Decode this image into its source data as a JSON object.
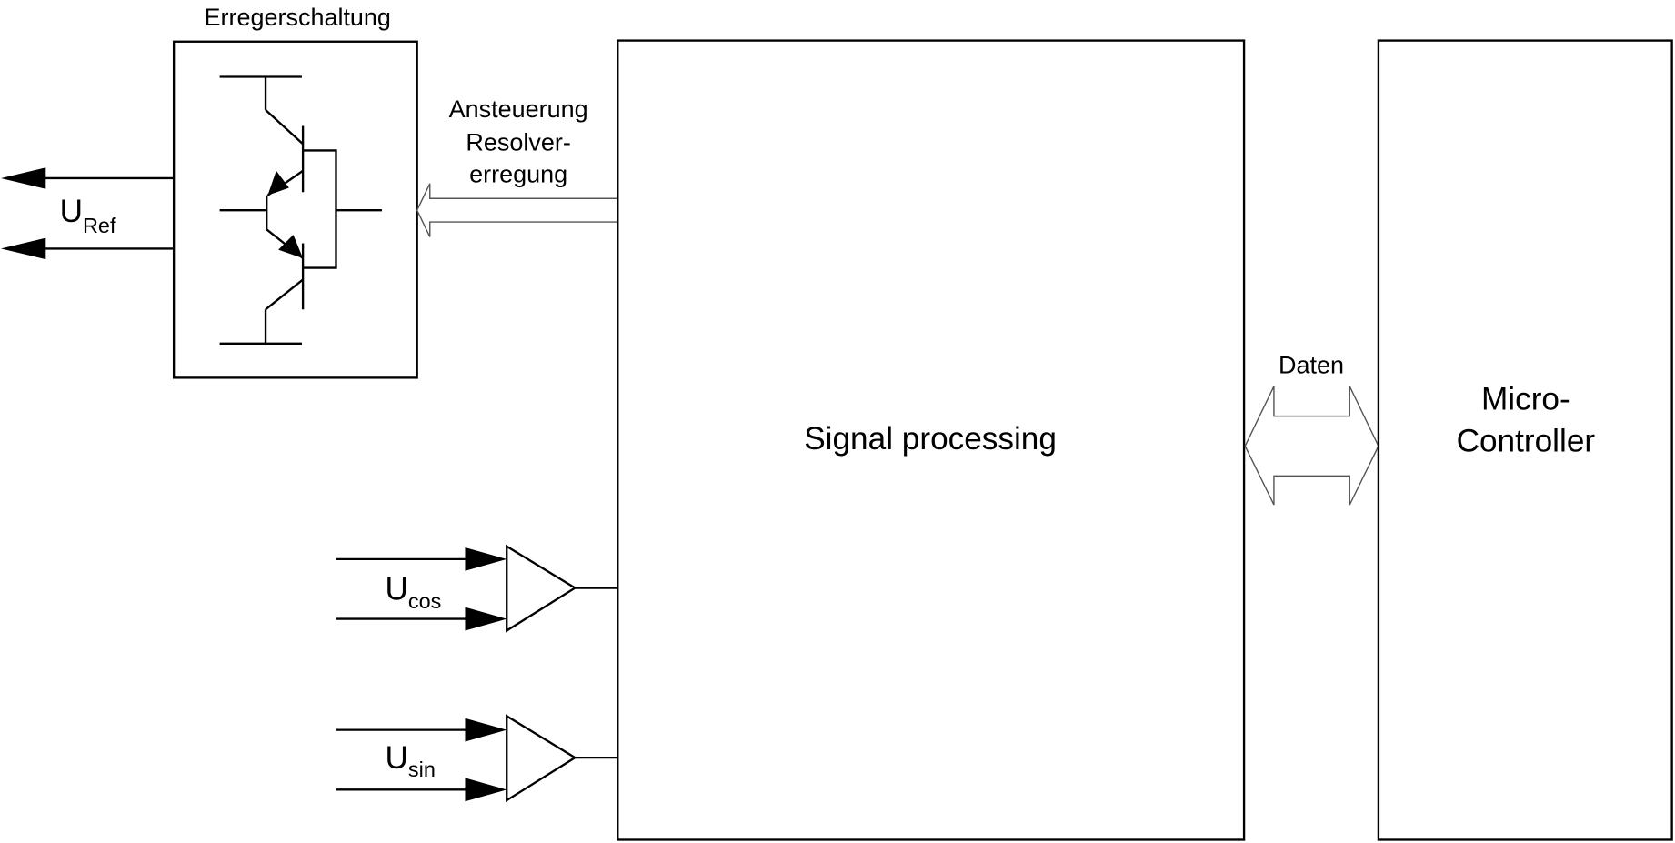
{
  "excitation": {
    "title": "Erregerschaltung"
  },
  "control_label": [
    "Ansteuerung",
    "Resolver-",
    "erregung"
  ],
  "signal_processing": {
    "label": "Signal processing"
  },
  "microcontroller": {
    "line1": "Micro-",
    "line2": "Controller"
  },
  "data_bus": {
    "label": "Daten"
  },
  "signals": {
    "ref": {
      "main": "U",
      "sub": "Ref"
    },
    "cos": {
      "main": "U",
      "sub": "cos"
    },
    "sin": {
      "main": "U",
      "sub": "sin"
    }
  }
}
